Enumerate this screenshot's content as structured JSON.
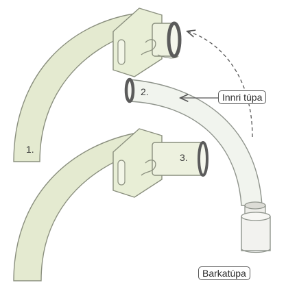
{
  "diagram": {
    "parts": [
      {
        "id": "part-1",
        "number": "1."
      },
      {
        "id": "part-2",
        "number": "2."
      },
      {
        "id": "part-3",
        "number": "3."
      }
    ],
    "callouts": {
      "inner_tube": "Innri túpa",
      "outer_tube": "Barkatúpa"
    }
  },
  "colors": {
    "outer_tube_fill": "#e4ead0",
    "outer_tube_stroke": "#8a8f7e",
    "inner_tube_fill": "#f1f4ee",
    "inner_tube_stroke": "#8f948c",
    "connector_rim": "#5b5b5b",
    "text": "#3a3a3a"
  }
}
